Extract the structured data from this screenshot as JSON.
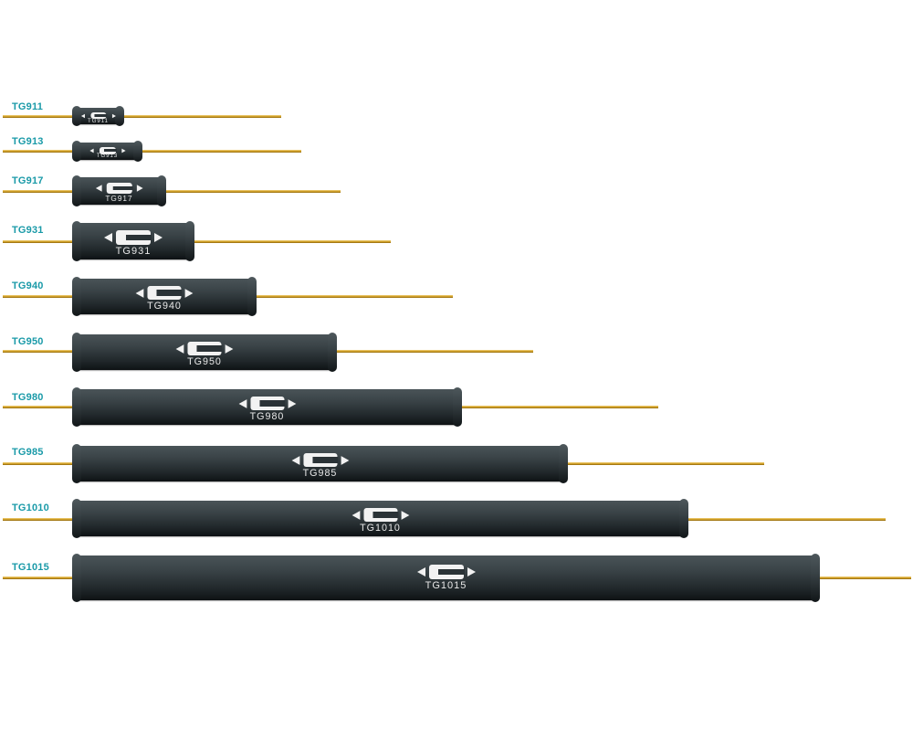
{
  "colors": {
    "label": "#1a9aa8",
    "lead": "#c8961c",
    "body": "#2a3236",
    "marking": "#f2f2f2"
  },
  "logo_icon": "c-logo-with-arrows",
  "resistors": [
    {
      "label": "TG911",
      "marking": "TG911"
    },
    {
      "label": "TG913",
      "marking": "TG913"
    },
    {
      "label": "TG917",
      "marking": "TG917"
    },
    {
      "label": "TG931",
      "marking": "TG931"
    },
    {
      "label": "TG940",
      "marking": "TG940"
    },
    {
      "label": "TG950",
      "marking": "TG950"
    },
    {
      "label": "TG980",
      "marking": "TG980"
    },
    {
      "label": "TG985",
      "marking": "TG985"
    },
    {
      "label": "TG1010",
      "marking": "TG1010"
    },
    {
      "label": "TG1015",
      "marking": "TG1015"
    }
  ]
}
